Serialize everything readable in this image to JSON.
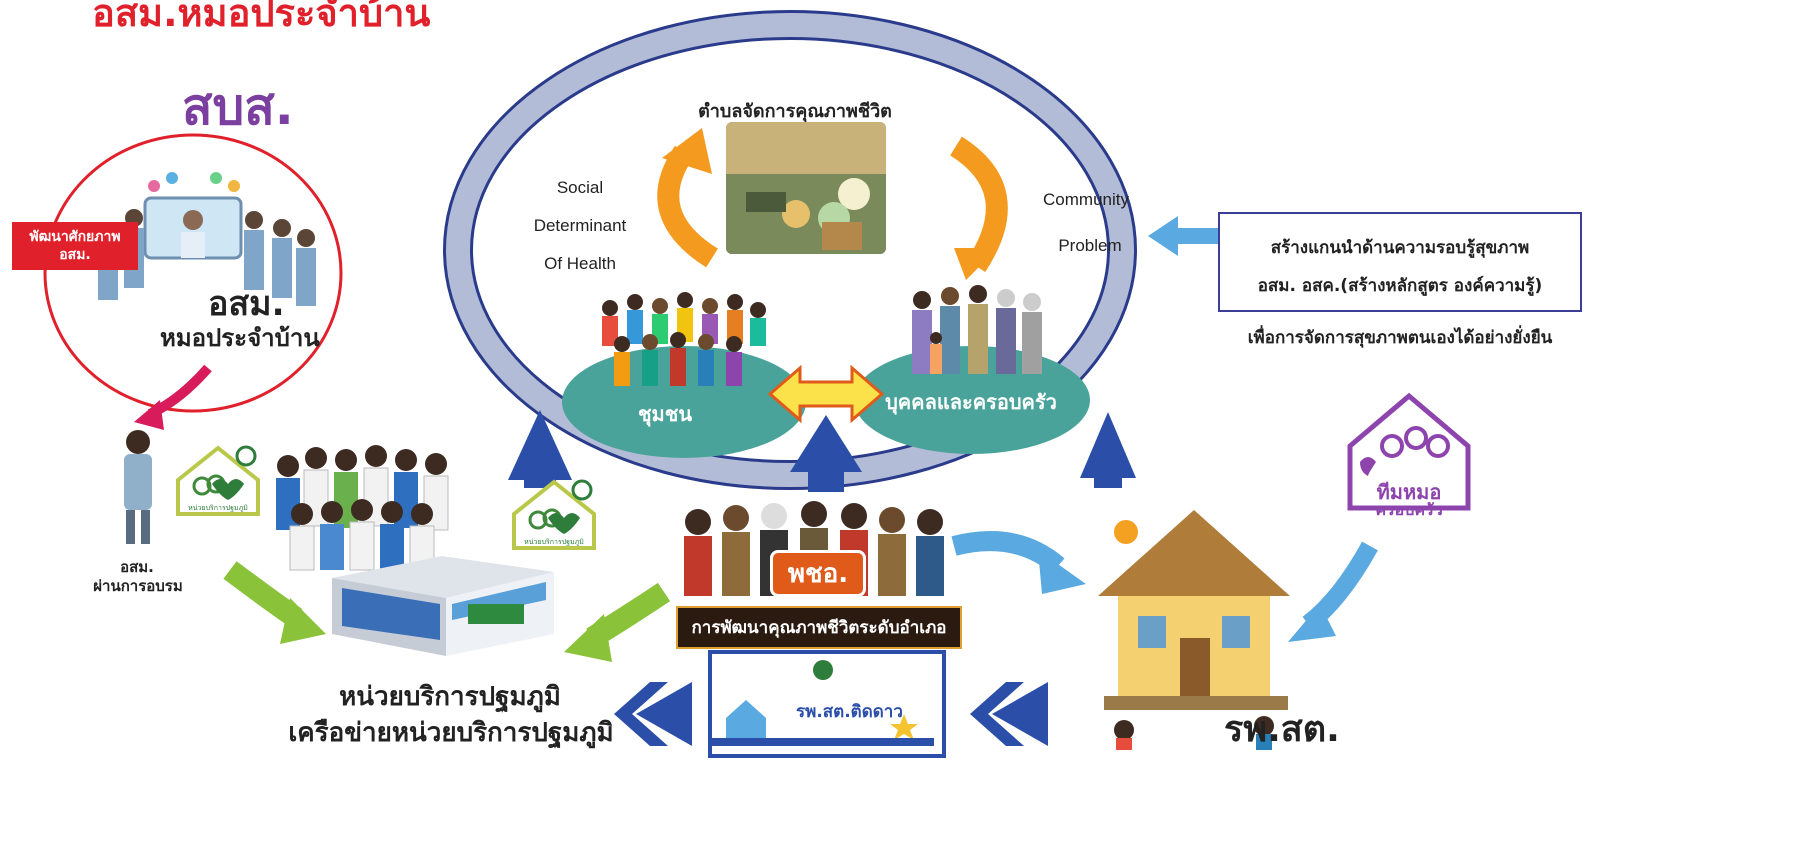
{
  "header": {
    "top_title": "อสม.หมอประจำบ้าน"
  },
  "left": {
    "org": "สบส.",
    "badge": "พัฒนาศักยภาพ\nอสม.",
    "circle_title_1": "อสม.",
    "circle_title_2": "หมอประจำบ้าน",
    "trained_1": "อสม.",
    "trained_2": "ผ่านการอบรม",
    "pcu_sign": "หน่วยบริการปฐมภูมิ"
  },
  "center": {
    "photo_caption": "ตำบลจัดการคุณภาพชีวิต",
    "social_1": "Social",
    "social_2": "Determinant",
    "social_3": "Of Health",
    "community_1": "Community",
    "community_2": "Problem",
    "community_label": "ชุมชน",
    "family_label": "บุคคลและครอบครัว",
    "pcho_logo": "พชอ.",
    "pcho_caption": "การพัฒนาคุณภาพชีวิตระดับอำเภอ",
    "star_hospital": "รพ.สต.ติดดาว"
  },
  "right": {
    "box_line_1": "สร้างแกนนำด้านความรอบรู้สุขภาพ",
    "box_line_2": "อสม. อสค.(สร้างหลักสูตร องค์ความรู้)",
    "below_box": "เพื่อการจัดการสุขภาพตนเองได้อย่างยั่งยืน",
    "family_team_1": "ทีมหมอ",
    "family_team_2": "ครอบครัว",
    "rpsst": "รพ.สต."
  },
  "bottom": {
    "pcu_1": "หน่วยบริการปฐมภูมิ",
    "pcu_2": "เครือข่ายหน่วยบริการปฐมภูมิ"
  },
  "colors": {
    "red": "#e0202a",
    "purple": "#7b3fa0",
    "ring": "#9aa6c8",
    "ring_inner": "#2a3b8c",
    "teal": "#4aa39a",
    "orange": "#f39a1f",
    "blue_arrow": "#2b4fa8",
    "green_arrow": "#8ac33a",
    "light_blue": "#5aa9e0"
  }
}
